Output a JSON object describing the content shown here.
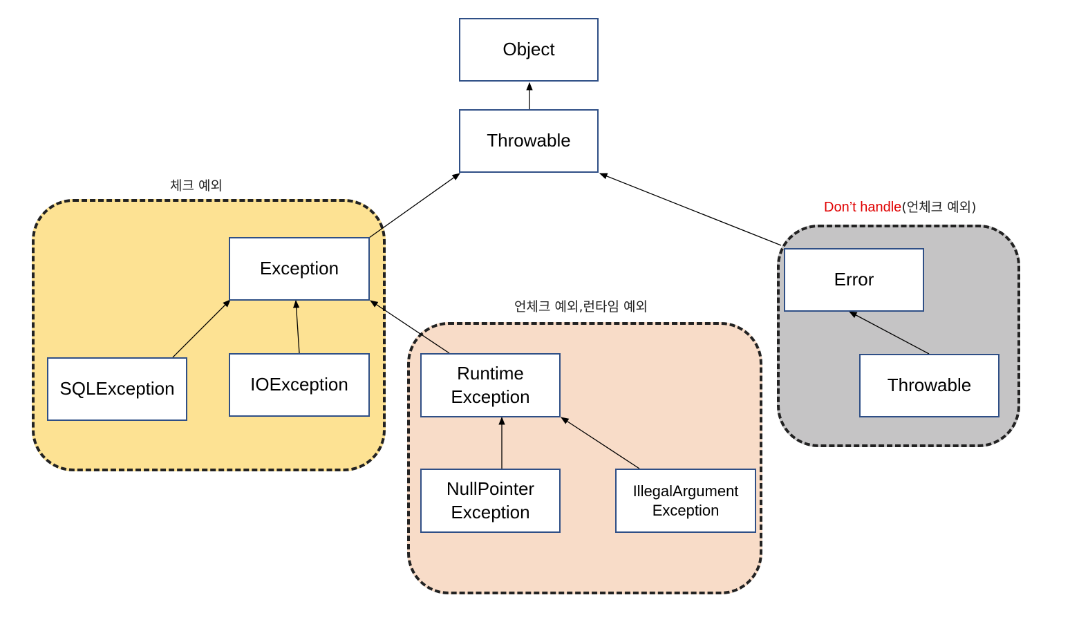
{
  "nodes": {
    "object": "Object",
    "throwable": "Throwable",
    "exception": "Exception",
    "sql_exception": "SQLException",
    "io_exception": "IOException",
    "runtime_exception": [
      "Runtime",
      "Exception"
    ],
    "null_pointer_exception": [
      "NullPointer",
      "Exception"
    ],
    "illegal_argument_exception": [
      "IllegalArgument",
      "Exception"
    ],
    "error": "Error",
    "error_child": "Throwable"
  },
  "groups": {
    "checked_label": "체크 예외",
    "unchecked_label": "언체크 예외,런타임 예외",
    "error_label_red": "Don’t handle",
    "error_label_rest": "(언체크 예외)"
  },
  "colors": {
    "checked_fill": "#fde293",
    "unchecked_fill": "#f8dcc8",
    "error_fill": "#c5c4c5",
    "box_border": "#2f4f86",
    "warning_text": "#e00000"
  }
}
